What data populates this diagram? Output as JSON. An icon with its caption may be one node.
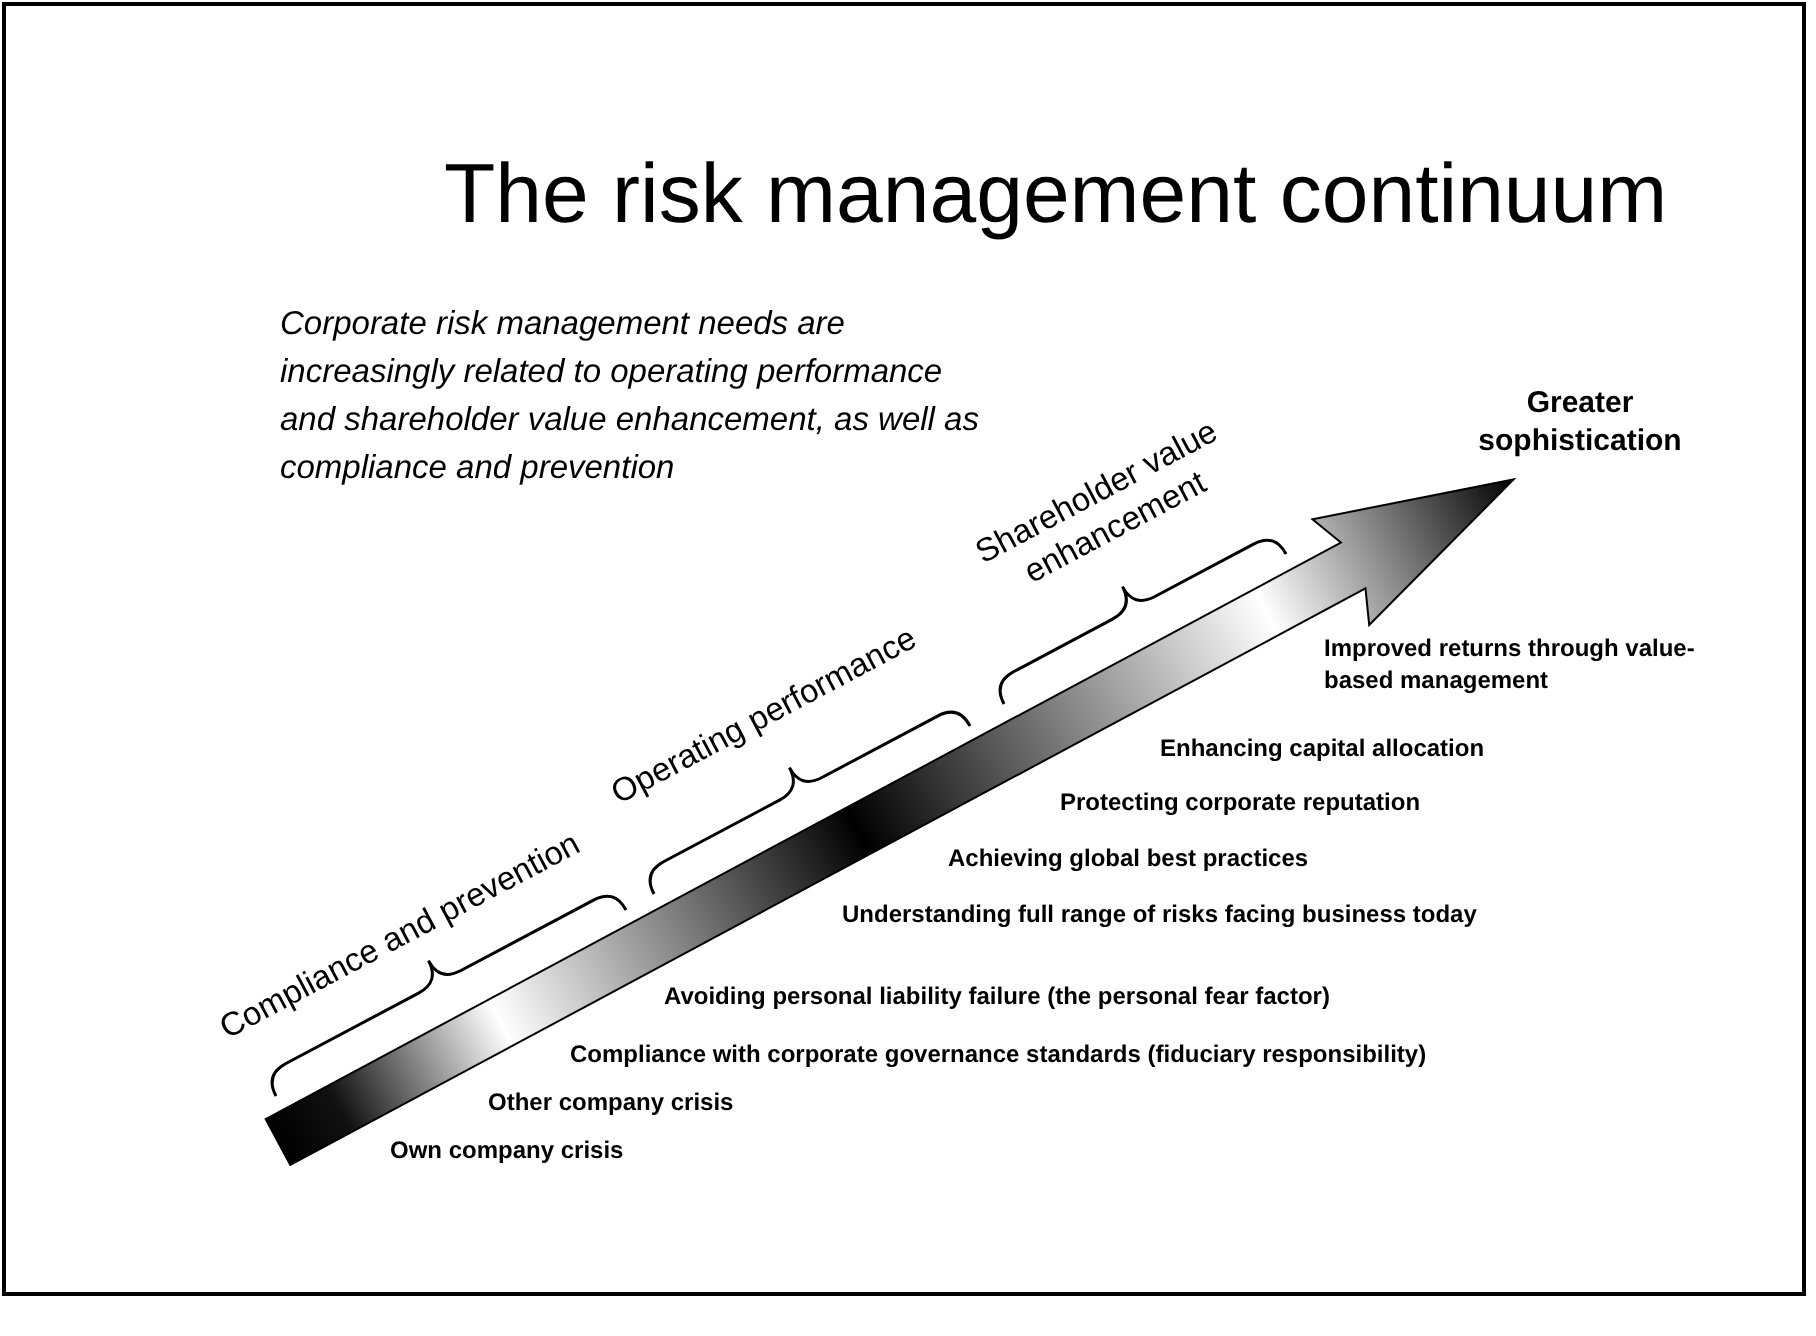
{
  "diagram": {
    "title": "The risk management continuum",
    "labels": [
      "Corporate risk management needs are increasingly related to operating performance and shareholder value enhancement, as well as compliance and prevention",
      "Greater sophistication",
      "Shareholder value enhancement",
      "Operating performance",
      "Compliance and prevention",
      "Improved returns through value-based management",
      "Enhancing capital allocation",
      "Protecting corporate reputation",
      "Achieving global best practices",
      "Understanding full range of risks facing business today",
      "Avoiding personal liability failure (the personal fear factor)",
      "Compliance with corporate governance standards (fiduciary responsibility)",
      "Other company crisis",
      "Own company crisis"
    ]
  }
}
